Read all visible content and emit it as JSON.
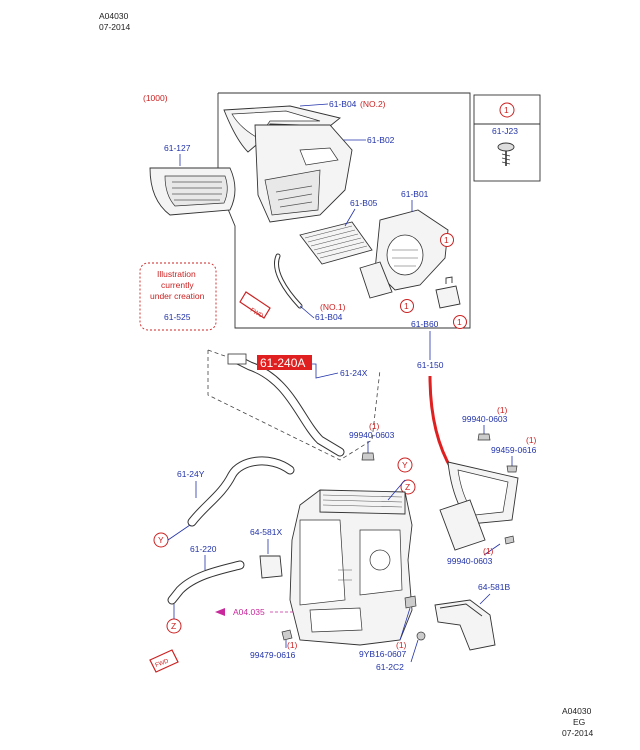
{
  "header": {
    "code": "A04030",
    "date": "07-2014"
  },
  "footer": {
    "code": "A04030",
    "region": "EG",
    "date": "07-2014"
  },
  "group_label": "(1000)",
  "note": {
    "lines": [
      "Illustration",
      "currently",
      "under creation"
    ],
    "part": "61-525"
  },
  "legend": {
    "ref": "1",
    "part": "61-J23"
  },
  "highlight": {
    "part": "61-240A",
    "color": "#e02020"
  },
  "fwd_label": "FWD",
  "callouts": {
    "p61_b04_top": "61-B04",
    "p61_b04_top_note": "(NO.2)",
    "p61_b02": "61-B02",
    "p61_127": "61-127",
    "p61_b01": "61-B01",
    "p61_b05": "61-B05",
    "p61_b04_bottom": "61-B04",
    "p61_b04_bottom_note": "(NO.1)",
    "p61_b60": "61-B60",
    "p61_150": "61-150",
    "p61_24x": "61-24X",
    "p99940_0603_a": "99940-0603",
    "p99940_0603_b": "99940-0603",
    "p99940_0603_c": "99940-0603",
    "p99459_0616": "99459-0616",
    "p61_24y": "61-24Y",
    "p64_581x": "64-581X",
    "p61_220": "61-220",
    "p64_581b": "64-581B",
    "pa04_035": "A04.035",
    "p99479_0616": "99479-0616",
    "p9yb16_0607": "9YB16-0607",
    "p61_2c2": "61-2C2",
    "qty": "(1)",
    "ref_y": "Y",
    "ref_z": "Z",
    "ref_1": "1"
  }
}
